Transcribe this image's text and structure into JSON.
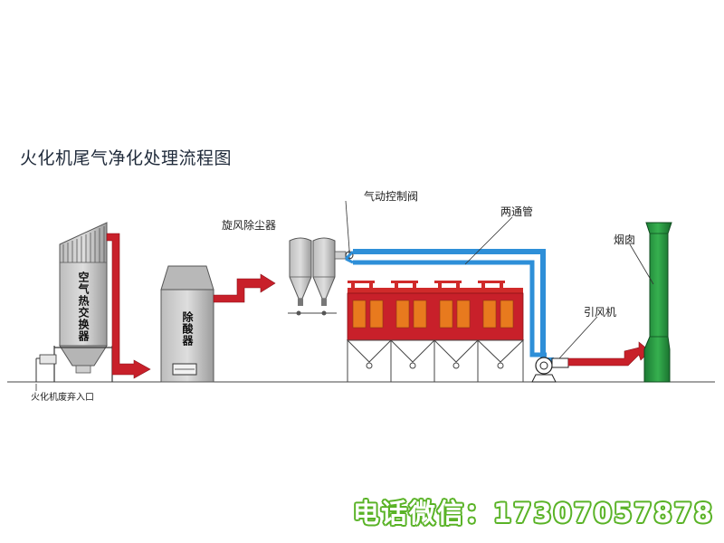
{
  "title": "火化机尾气净化处理流程图",
  "labels": {
    "air_heat_exchanger": "空气热交换器",
    "acid_removal": "除酸器",
    "cyclone_dust": "旋风除尘器",
    "pneumatic_valve": "气动控制阀",
    "two_way_pipe": "两通管",
    "chimney": "烟囱",
    "induced_fan": "引风机",
    "cremator_inlet": "火化机废弃入口"
  },
  "contact": "电话微信：17307057878",
  "colors": {
    "arrow_red": "#c8202a",
    "pipe_blue": "#2e8fd8",
    "chimney_green": "#1f8a3a",
    "filter_orange": "#e87a1e",
    "equipment_gray": "#9a9a9a",
    "contact_green": "#5ab327"
  }
}
